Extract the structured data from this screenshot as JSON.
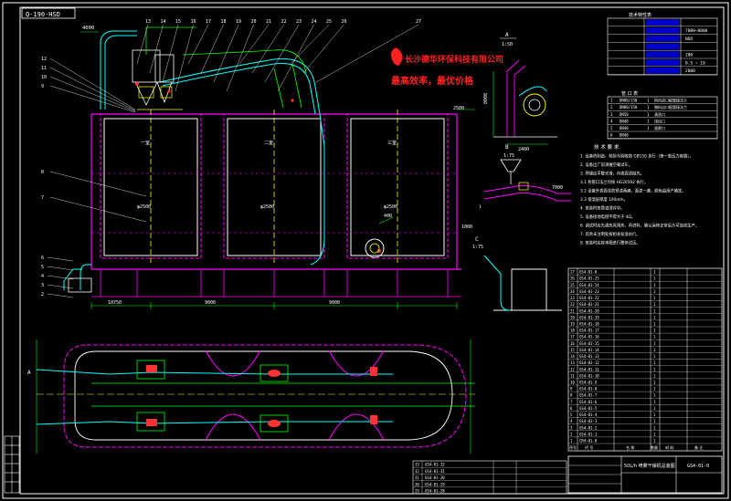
{
  "drawing": {
    "code_box": "Q-190-HSD",
    "sheet_code": "GS4-01-0",
    "title_block": "50L/h 喷雾干燥机总装图",
    "company_line1": "长沙德华环保科技有限公司",
    "company_line2": "最高效率，最优价格",
    "colors": {
      "background": "#000000",
      "frame": "#ffffff",
      "outline": "#ff00ff",
      "dims": "#00ff00",
      "annot": "#ffff00",
      "ducts": "#00ffff",
      "red": "#ff3333",
      "logo": "#ff2222"
    }
  },
  "callouts_top": [
    "13",
    "14",
    "15",
    "16",
    "17",
    "18",
    "19",
    "20",
    "21",
    "22",
    "23",
    "24",
    "25",
    "26",
    "27"
  ],
  "callouts_left_upper": [
    "12",
    "11",
    "10",
    "9"
  ],
  "callouts_left": [
    "8",
    "7"
  ],
  "callouts_left_lower": [
    "6",
    "5",
    "4",
    "3",
    "2"
  ],
  "dimensions": {
    "top_left": "4000",
    "elev_right": "2500",
    "bottom_a": "10750",
    "bottom_b": "9000",
    "bottom_c": "9000",
    "chamber_1": "φ2500",
    "chamber_2": "φ2500",
    "chamber_3": "φ2500",
    "r_400": "400",
    "d_1000": "1000",
    "detail_a_h": "8000",
    "detail_a_w": "2400",
    "detail_b_w": "7000"
  },
  "chamber_labels": [
    "一室",
    "二室",
    "三室"
  ],
  "section_marks": {
    "a": "A",
    "a_scale": "1:50",
    "b": "B",
    "b_scale": "1:75",
    "c": "C",
    "c_scale": "1:75"
  },
  "spec_table": {
    "header": "技术特性表",
    "rows": [
      "",
      "7000~8000",
      "NOX",
      "",
      "200",
      "0.5 ~ 10",
      "2000"
    ]
  },
  "side_table": {
    "header": "管 口 表",
    "rows": [
      [
        "1",
        "DN80/150",
        "1",
        "热风进口配管接法兰"
      ],
      [
        "2",
        "DN80/150",
        "1",
        "物料出口配管接法兰"
      ],
      [
        "3",
        "DN50",
        "1",
        "清洗口"
      ],
      [
        "4",
        "DN40",
        "1",
        "排风口"
      ],
      [
        "5",
        "DN40",
        "1",
        "观察口"
      ],
      [
        "6",
        "DN40",
        "",
        ""
      ]
    ]
  },
  "notes": [
    "技 术 要 求",
    "1. 设备的制造、检验与验收按 GB150 执行（第一类压力容器）。",
    "2. 设备出厂前须做空载试车。",
    "3. 焊缝应平整光滑，内表面须抛光。",
    "3.1 各管口法兰均按 HG20592 执行。",
    "3.2 设备外表面涂防锈漆两遍，面漆一遍，颜色由用户确定。",
    "3.3 保温层厚度 100mm。",
    "4. 安装时各管道须对中。",
    "5. 设备接地电阻不得大于 4Ω。",
    "6. 调试时应先通热风预热，再进料，确认运转正常后方可连续生产。",
    "7. 其余未注明处按相关标准执行。",
    "8. 安装时应按本图进行整体试压。"
  ],
  "parts": {
    "rows": [
      [
        "27",
        "GS4-01-0",
        "1"
      ],
      [
        "26",
        "GS4-01-25",
        "1"
      ],
      [
        "25",
        "GS4-01-24",
        "1"
      ],
      [
        "24",
        "GS4-01-23",
        "1"
      ],
      [
        "23",
        "GS4-01-22",
        "1"
      ],
      [
        "22",
        "GS4-01-21",
        "1"
      ],
      [
        "21",
        "GS4-01-20",
        "1"
      ],
      [
        "20",
        "GS4-01-19",
        "1"
      ],
      [
        "19",
        "GS4-01-18",
        "1"
      ],
      [
        "18",
        "GS4-01-17",
        "1"
      ],
      [
        "17",
        "GS4-01-16",
        "1"
      ],
      [
        "16",
        "GS4-01-15",
        "1"
      ],
      [
        "15",
        "GS4-01-14",
        "1"
      ],
      [
        "14",
        "GS4-01-13",
        "1"
      ],
      [
        "13",
        "GS4-01-12",
        "1"
      ],
      [
        "12",
        "GS4-01-11",
        "1"
      ],
      [
        "11",
        "GS4-01-10",
        "1"
      ],
      [
        "10",
        "GS4-01-9",
        "1"
      ],
      [
        "9",
        "GS4-01-8",
        "1"
      ],
      [
        "8",
        "GS4-01-7",
        "1"
      ],
      [
        "7",
        "GS4-01-6",
        "1"
      ],
      [
        "6",
        "GS4-01-5",
        "1"
      ],
      [
        "5",
        "GS4-01-4",
        "1"
      ],
      [
        "4",
        "GS4-01-3",
        "1"
      ],
      [
        "3",
        "GS4-01-2",
        "1"
      ],
      [
        "2",
        "GS4-01-1",
        "1"
      ],
      [
        "1",
        "CR4-01-0",
        "1"
      ]
    ],
    "footer": [
      "序号",
      "代 号",
      "名 称",
      "数量",
      "材 料",
      "备 注"
    ]
  },
  "bottom_table": {
    "rows": [
      [
        "33",
        "GS4-01-32"
      ],
      [
        "32",
        "GS4-01-31"
      ],
      [
        "31",
        "GS4-01-30"
      ],
      [
        "30",
        "GS4-01-29"
      ],
      [
        "29",
        "GS4-01-28"
      ]
    ]
  }
}
